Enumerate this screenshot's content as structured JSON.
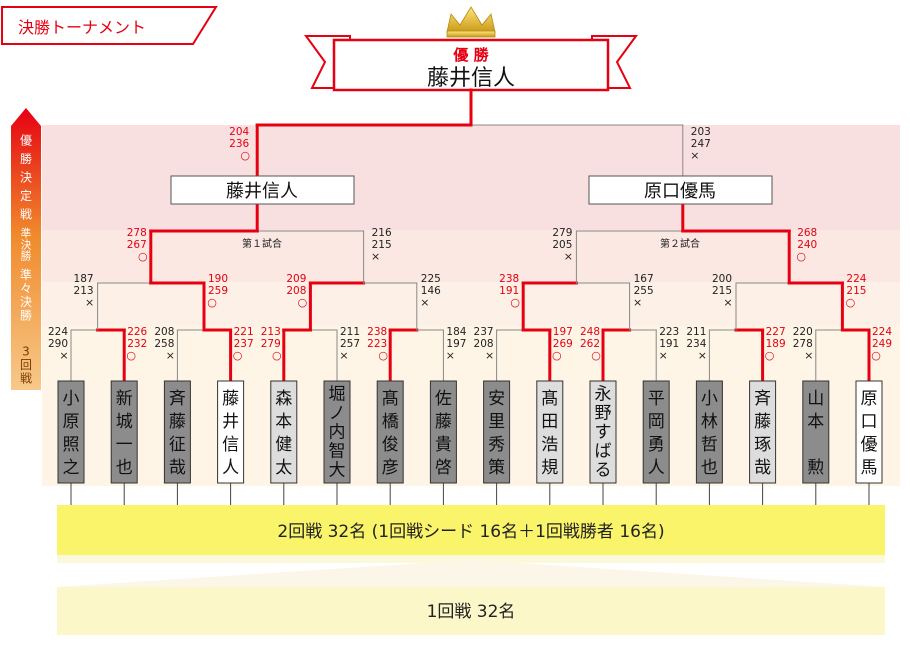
{
  "header": {
    "title": "決勝トーナメント"
  },
  "champion": {
    "label": "優 勝",
    "name": "藤井信人"
  },
  "rounds": {
    "final": "優勝決定戦",
    "semi": "準決勝",
    "quarter": "準々決勝",
    "third": "3回戦"
  },
  "semi_finalists": {
    "left": "藤井信人",
    "right": "原口優馬"
  },
  "match_labels": {
    "m1": "第１試合",
    "m2": "第２試合"
  },
  "players": [
    {
      "name": "小原照之",
      "color": "#8c8c8c"
    },
    {
      "name": "新城一也",
      "color": "#8c8c8c"
    },
    {
      "name": "斉藤征哉",
      "color": "#8c8c8c"
    },
    {
      "name": "藤井信人",
      "color": "#ffffff"
    },
    {
      "name": "森本健太",
      "color": "#dddddd"
    },
    {
      "name": "堀ノ内智大",
      "color": "#8c8c8c"
    },
    {
      "name": "髙橋俊彦",
      "color": "#8c8c8c"
    },
    {
      "name": "佐藤貴啓",
      "color": "#8c8c8c"
    },
    {
      "name": "安里秀策",
      "color": "#8c8c8c"
    },
    {
      "name": "髙田浩規",
      "color": "#dddddd"
    },
    {
      "name": "永野すばる",
      "color": "#dddddd"
    },
    {
      "name": "平岡勇人",
      "color": "#8c8c8c"
    },
    {
      "name": "小林哲也",
      "color": "#8c8c8c"
    },
    {
      "name": "斉藤琢哉",
      "color": "#dddddd"
    },
    {
      "name": "山本 勲",
      "color": "#8c8c8c"
    },
    {
      "name": "原口優馬",
      "color": "#ffffff"
    }
  ],
  "scores": {
    "r3": [
      {
        "a": [
          "224",
          "290"
        ],
        "b": [
          "226",
          "232"
        ],
        "winner": "b"
      },
      {
        "a": [
          "208",
          "258"
        ],
        "b": [
          "221",
          "237"
        ],
        "winner": "b"
      },
      {
        "a": [
          "213",
          "279"
        ],
        "b": [
          "211",
          "257"
        ],
        "winner": "a"
      },
      {
        "a": [
          "238",
          "223"
        ],
        "b": [
          "184",
          "197"
        ],
        "winner": "a"
      },
      {
        "a": [
          "237",
          "208"
        ],
        "b": [
          "197",
          "269"
        ],
        "winner": "b"
      },
      {
        "a": [
          "248",
          "262"
        ],
        "b": [
          "223",
          "191"
        ],
        "winner": "a"
      },
      {
        "a": [
          "211",
          "234"
        ],
        "b": [
          "227",
          "189"
        ],
        "winner": "b"
      },
      {
        "a": [
          "220",
          "278"
        ],
        "b": [
          "224",
          "249"
        ],
        "winner": "b"
      }
    ],
    "qf": [
      {
        "a": [
          "187",
          "213"
        ],
        "b": [
          "190",
          "259"
        ],
        "winner": "b"
      },
      {
        "a": [
          "209",
          "208"
        ],
        "b": [
          "225",
          "146"
        ],
        "winner": "a"
      },
      {
        "a": [
          "238",
          "191"
        ],
        "b": [
          "167",
          "255"
        ],
        "winner": "a"
      },
      {
        "a": [
          "200",
          "215"
        ],
        "b": [
          "224",
          "215"
        ],
        "winner": "b"
      }
    ],
    "sf": [
      {
        "a": [
          "278",
          "267"
        ],
        "b": [
          "216",
          "215"
        ],
        "winner": "a"
      },
      {
        "a": [
          "279",
          "205"
        ],
        "b": [
          "268",
          "240"
        ],
        "winner": "b"
      }
    ],
    "final": {
      "a": [
        "204",
        "236"
      ],
      "b": [
        "203",
        "247"
      ],
      "winner": "a"
    }
  },
  "marks": {
    "win": "○",
    "lose": "×"
  },
  "footer": {
    "round2": "2回戦 32名 (1回戦シード 16名＋1回戦勝者 16名)",
    "round1": "1回戦 32名"
  },
  "colors": {
    "accent": "#e60012",
    "band_final": "#f9e0e0",
    "band_semi": "#fbe8e3",
    "band_quarter": "#fdf0e6",
    "band_third": "#fef5e6",
    "footer_band": "#faf46a",
    "footer_band_light": "#fbf7c8"
  }
}
